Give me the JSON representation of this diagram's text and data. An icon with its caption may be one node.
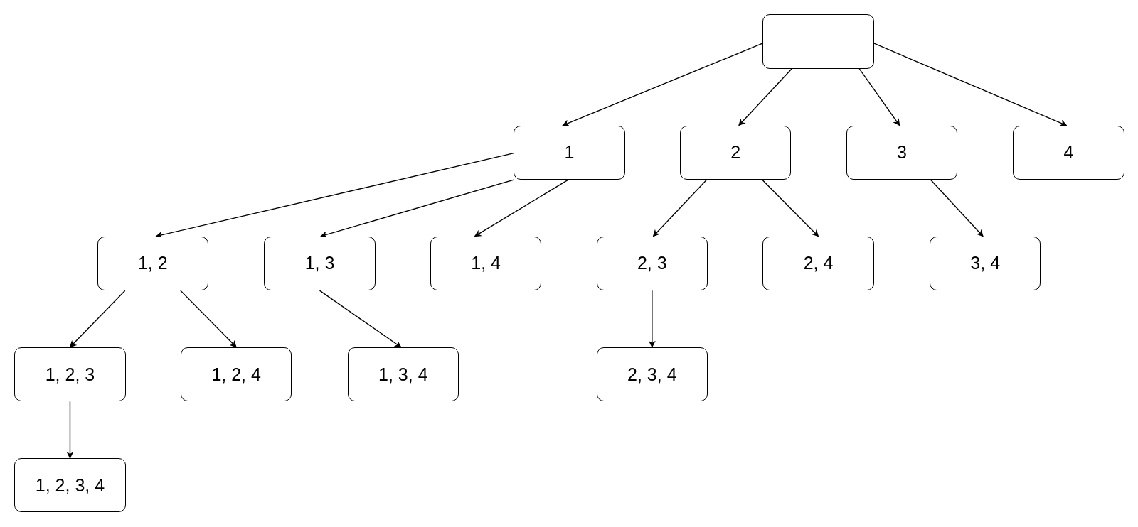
{
  "diagram": {
    "nodes": [
      {
        "text": [],
        "shape": "box"
      },
      {
        "text": [
          "1"
        ]
      },
      {
        "text": [
          "2"
        ]
      },
      {
        "text": [
          "3"
        ]
      },
      {
        "text": [
          "4"
        ]
      },
      {
        "text": [
          "1, 2"
        ]
      },
      {
        "text": [
          "1, 3"
        ]
      },
      {
        "text": [
          "1, 4"
        ]
      },
      {
        "text": [
          "2, 3"
        ]
      },
      {
        "text": [
          "2, 4"
        ]
      },
      {
        "text": [
          "3, 4"
        ]
      },
      {
        "text": [
          "1, 2, 3"
        ]
      },
      {
        "text": [
          "1, 2, 4"
        ]
      },
      {
        "text": [
          "1, 3, 4"
        ]
      },
      {
        "text": [
          "2, 3, 4"
        ]
      },
      {
        "text": [
          "1, 2, 3, 4"
        ]
      }
    ],
    "edges": [
      {
        "from": 0,
        "to": 1,
        "arrow": "to"
      },
      {
        "from": 0,
        "to": 2,
        "arrow": "to"
      },
      {
        "from": 0,
        "to": 3,
        "arrow": "to"
      },
      {
        "from": 0,
        "to": 4,
        "arrow": "to"
      },
      {
        "from": 1,
        "to": 5,
        "arrow": "to"
      },
      {
        "from": 1,
        "to": 6,
        "arrow": "to"
      },
      {
        "from": 1,
        "to": 7,
        "arrow": "to"
      },
      {
        "from": 2,
        "to": 8,
        "arrow": "to"
      },
      {
        "from": 2,
        "to": 9,
        "arrow": "to"
      },
      {
        "from": 3,
        "to": 10,
        "arrow": "to"
      },
      {
        "from": 5,
        "to": 11,
        "arrow": "to"
      },
      {
        "from": 5,
        "to": 12,
        "arrow": "to"
      },
      {
        "from": 6,
        "to": 13,
        "arrow": "to"
      },
      {
        "from": 8,
        "to": 14,
        "arrow": "to"
      },
      {
        "from": 11,
        "to": 15,
        "arrow": "to"
      }
    ]
  }
}
